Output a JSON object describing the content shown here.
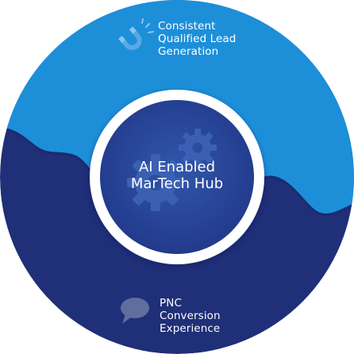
{
  "diagram": {
    "hub": {
      "title_lines": [
        "AI Enabled",
        "MarTech Hub"
      ]
    },
    "segments": [
      {
        "id": "lead-generation",
        "lines": [
          "Consistent",
          "Qualified Lead",
          "Generation"
        ],
        "icon": "magnet-icon",
        "color": "#1d8fd9"
      },
      {
        "id": "conversion-experience",
        "lines": [
          "PNC",
          "Conversion",
          "Experience"
        ],
        "icon": "chat-bubble-icon",
        "color": "#1f2f78"
      }
    ],
    "colors": {
      "outer_light_blue": "#1d8fd9",
      "outer_dark_blue": "#1f2f78",
      "ring_white": "#ffffff",
      "hub_blue": "#2e52a5",
      "hub_dark": "#22398a",
      "gear": "#3d63b6"
    }
  }
}
